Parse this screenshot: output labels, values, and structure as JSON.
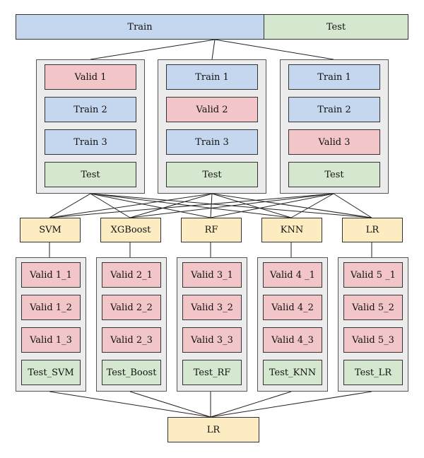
{
  "split_bar": {
    "train": "Train",
    "test": "Test"
  },
  "folds": [
    {
      "items": [
        {
          "label": "Valid 1",
          "kind": "valid"
        },
        {
          "label": "Train 2",
          "kind": "train"
        },
        {
          "label": "Train 3",
          "kind": "train"
        },
        {
          "label": "Test",
          "kind": "test"
        }
      ]
    },
    {
      "items": [
        {
          "label": "Train 1",
          "kind": "train"
        },
        {
          "label": "Valid 2",
          "kind": "valid"
        },
        {
          "label": "Train 3",
          "kind": "train"
        },
        {
          "label": "Test",
          "kind": "test"
        }
      ]
    },
    {
      "items": [
        {
          "label": "Train 1",
          "kind": "train"
        },
        {
          "label": "Train 2",
          "kind": "train"
        },
        {
          "label": "Valid 3",
          "kind": "valid"
        },
        {
          "label": "Test",
          "kind": "test"
        }
      ]
    }
  ],
  "models": [
    "SVM",
    "XGBoost",
    "RF",
    "KNN",
    "LR"
  ],
  "model_outputs": [
    {
      "items": [
        "Valid 1_1",
        "Valid 1_2",
        "Valid 1_3",
        "Test_SVM"
      ]
    },
    {
      "items": [
        "Valid 2_1",
        "Valid 2_2",
        "Valid 2_3",
        "Test_Boost"
      ]
    },
    {
      "items": [
        "Valid 3_1",
        "Valid 3_2",
        "Valid 3_3",
        "Test_RF"
      ]
    },
    {
      "items": [
        "Valid 4 _1",
        "Valid 4_2",
        "Valid 4_3",
        "Test_KNN"
      ]
    },
    {
      "items": [
        "Valid 5 _1",
        "Valid 5_2",
        "Valid 5_3",
        "Test_LR"
      ]
    }
  ],
  "meta_model": "LR",
  "colors": {
    "train": "#c5d7ef",
    "valid": "#f2c6c8",
    "test": "#d5e8cf",
    "model": "#fdecc2"
  }
}
